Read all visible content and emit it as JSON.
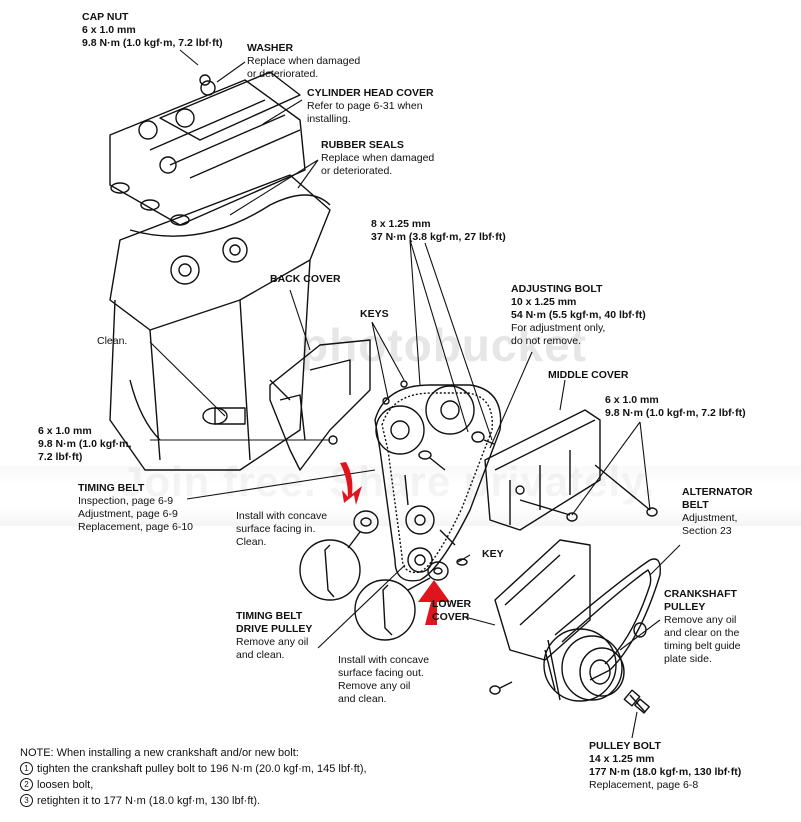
{
  "diagram": {
    "labels": {
      "cap_nut": {
        "title": "CAP NUT",
        "lines": [
          "6 x 1.0 mm",
          "9.8 N·m (1.0 kgf·m, 7.2 lbf·ft)"
        ]
      },
      "washer": {
        "title": "WASHER",
        "lines": [
          "Replace when damaged",
          "or deteriorated."
        ]
      },
      "cylinder_head_cover": {
        "title": "CYLINDER HEAD COVER",
        "lines": [
          "Refer to page 6-31 when",
          "installing."
        ]
      },
      "rubber_seals": {
        "title": "RUBBER SEALS",
        "lines": [
          "Replace when damaged",
          "or deteriorated."
        ]
      },
      "cam_bolts": {
        "lines": [
          "8 x 1.25 mm",
          "37 N·m (3.8 kgf·m, 27 lbf·ft)"
        ]
      },
      "back_cover": {
        "title": "BACK COVER"
      },
      "keys": {
        "title": "KEYS"
      },
      "adjusting_bolt": {
        "title": "ADJUSTING BOLT",
        "bold_lines": [
          "10 x 1.25 mm",
          "54 N·m (5.5 kgf·m, 40 lbf·ft)"
        ],
        "lines": [
          "For adjustment only,",
          "do not remove."
        ]
      },
      "clean": {
        "text": "Clean."
      },
      "middle_cover": {
        "title": "MIDDLE COVER"
      },
      "middle_cover_bolts": {
        "lines": [
          "6 x 1.0 mm",
          "9.8 N·m (1.0 kgf·m, 7.2 lbf·ft)"
        ]
      },
      "back_cover_bolt": {
        "lines": [
          "6 x 1.0 mm",
          "9.8 N·m (1.0 kgf·m,",
          "7.2 lbf·ft)"
        ]
      },
      "timing_belt": {
        "title": "TIMING BELT",
        "lines": [
          "Inspection, page 6-9",
          "Adjustment, page 6-9",
          "Replacement, page 6-10"
        ]
      },
      "alternator_belt": {
        "title": "ALTERNATOR",
        "title2": "BELT",
        "lines": [
          "Adjustment,",
          "Section 23"
        ]
      },
      "guide_plate_in": {
        "lines": [
          "Install with concave",
          "surface facing in.",
          "Clean."
        ]
      },
      "key": {
        "title": "KEY"
      },
      "lower_cover": {
        "title": "LOWER",
        "title2": "COVER"
      },
      "drive_pulley": {
        "title": "TIMING BELT",
        "title2": "DRIVE PULLEY",
        "lines": [
          "Remove any oil",
          "and clean."
        ]
      },
      "crankshaft_pulley": {
        "title": "CRANKSHAFT",
        "title2": "PULLEY",
        "lines": [
          "Remove any oil",
          "and clear on the",
          "timing belt guide",
          "plate side."
        ]
      },
      "guide_plate_out": {
        "lines": [
          "Install with concave",
          "surface facing out.",
          "Remove any oil",
          "and clean."
        ]
      },
      "pulley_bolt": {
        "title": "PULLEY BOLT",
        "bold_lines": [
          "14 x 1.25 mm",
          "177 N·m (18.0 kgf·m, 130 lbf·ft)"
        ],
        "lines": [
          "Replacement, page 6-8"
        ]
      }
    },
    "note": {
      "heading": "NOTE:  When installing a new crankshaft and/or new bolt:",
      "steps": [
        {
          "num": "1",
          "text": "tighten the crankshaft pulley bolt to 196 N·m (20.0 kgf·m, 145 lbf·ft),"
        },
        {
          "num": "2",
          "text": "loosen bolt,"
        },
        {
          "num": "3",
          "text": "retighten it to 177 N·m (18.0 kgf·m, 130 lbf·ft)."
        }
      ]
    },
    "annotations": {
      "arrow_color": "#e0141c"
    },
    "watermark": {
      "line1": "photobucket",
      "line2": "Join free. Share privately."
    }
  }
}
